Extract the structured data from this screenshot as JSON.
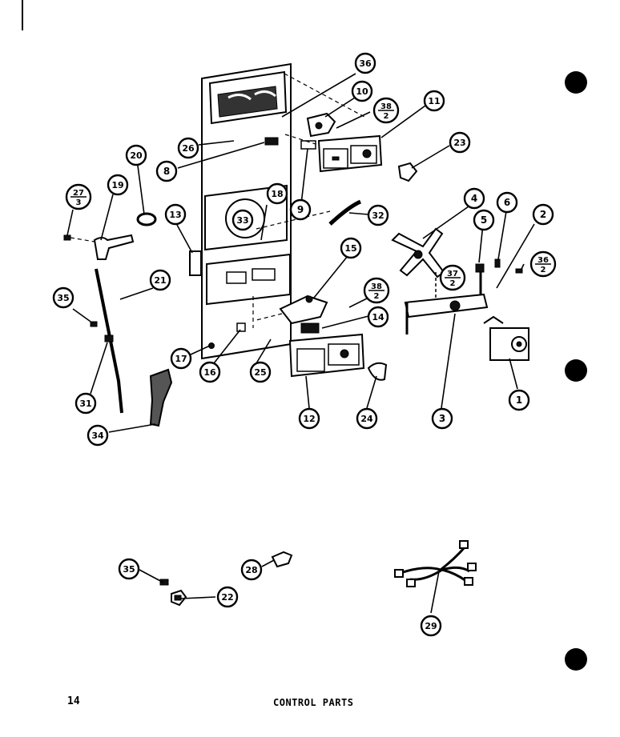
{
  "diagram": {
    "callouts": [
      {
        "id": "c36-top",
        "label": "36"
      },
      {
        "id": "c10",
        "label": "10"
      },
      {
        "id": "c38a",
        "label": "38",
        "sub": "2"
      },
      {
        "id": "c11",
        "label": "11"
      },
      {
        "id": "c23",
        "label": "23"
      },
      {
        "id": "c26",
        "label": "26"
      },
      {
        "id": "c8",
        "label": "8"
      },
      {
        "id": "c9",
        "label": "9"
      },
      {
        "id": "c20",
        "label": "20"
      },
      {
        "id": "c27",
        "label": "27",
        "sub": "3"
      },
      {
        "id": "c19",
        "label": "19"
      },
      {
        "id": "c13",
        "label": "13"
      },
      {
        "id": "c33",
        "label": "33"
      },
      {
        "id": "c18",
        "label": "18"
      },
      {
        "id": "c32",
        "label": "32"
      },
      {
        "id": "c4",
        "label": "4"
      },
      {
        "id": "c5",
        "label": "5"
      },
      {
        "id": "c6",
        "label": "6"
      },
      {
        "id": "c2",
        "label": "2"
      },
      {
        "id": "c36b",
        "label": "36",
        "sub": "2"
      },
      {
        "id": "c37",
        "label": "37",
        "sub": "2"
      },
      {
        "id": "c15",
        "label": "15"
      },
      {
        "id": "c38b",
        "label": "38",
        "sub": "2"
      },
      {
        "id": "c14",
        "label": "14"
      },
      {
        "id": "c21",
        "label": "21"
      },
      {
        "id": "c35a",
        "label": "35"
      },
      {
        "id": "c17",
        "label": "17"
      },
      {
        "id": "c16",
        "label": "16"
      },
      {
        "id": "c25",
        "label": "25"
      },
      {
        "id": "c31",
        "label": "31"
      },
      {
        "id": "c12",
        "label": "12"
      },
      {
        "id": "c24",
        "label": "24"
      },
      {
        "id": "c3",
        "label": "3"
      },
      {
        "id": "c1",
        "label": "1"
      },
      {
        "id": "c34",
        "label": "34"
      },
      {
        "id": "c35b",
        "label": "35"
      },
      {
        "id": "c28",
        "label": "28"
      },
      {
        "id": "c22",
        "label": "22"
      },
      {
        "id": "c29",
        "label": "29"
      }
    ]
  },
  "footer": {
    "page_number": "14",
    "title": "CONTROL PARTS"
  }
}
